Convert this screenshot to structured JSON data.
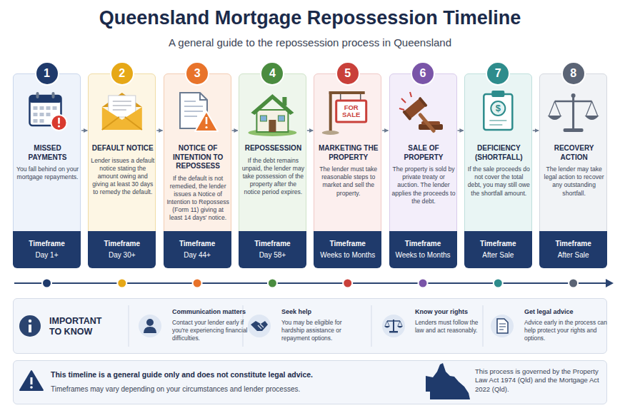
{
  "diagram": {
    "title": "Queensland Mortgage Repossession Timeline",
    "caption": "A general guide to the repossession process in Queensland",
    "nodes": [
      {
        "text": [
          "MISSED PAYMENTS",
          "You fall behind on your mortgage repayments."
        ]
      },
      {
        "text": [
          "1"
        ],
        "in": 0
      },
      {
        "text": [
          "Timeframe",
          "Day 1+"
        ],
        "in": 0
      },
      {
        "text": [
          "DEFAULT NOTICE",
          "Lender issues a default notice stating the amount owing and giving at least 30 days to remedy the default."
        ]
      },
      {
        "text": [
          "2"
        ],
        "in": 3
      },
      {
        "text": [
          "Timeframe",
          "Day 30+"
        ],
        "in": 3
      },
      {
        "text": [
          "NOTICE OF INTENTION TO REPOSSESS",
          "If the default is not remedied, the lender issues a Notice of Intention to Repossess (Form 11) giving at least 14 days' notice."
        ]
      },
      {
        "text": [
          "3"
        ],
        "in": 6
      },
      {
        "text": [
          "Timeframe",
          "Day 44+"
        ],
        "in": 6
      },
      {
        "text": [
          "REPOSSESSION",
          "If the debt remains unpaid, the lender may take possession of the property after the notice period expires."
        ]
      },
      {
        "text": [
          "4"
        ],
        "in": 9
      },
      {
        "text": [
          "Timeframe",
          "Day 58+"
        ],
        "in": 9
      },
      {
        "text": [
          "MARKETING THE PROPERTY",
          "The lender must take reasonable steps to market and sell the property."
        ]
      },
      {
        "text": [
          "5"
        ],
        "in": 12
      },
      {
        "text": [
          "Timeframe",
          "Weeks to Months"
        ],
        "in": 12
      },
      {
        "text": [
          "SALE OF PROPERTY",
          "The property is sold by private treaty or auction. The lender applies the proceeds to the debt."
        ]
      },
      {
        "text": [
          "6"
        ],
        "in": 15
      },
      {
        "text": [
          "Timeframe",
          "Weeks to Months"
        ],
        "in": 15
      },
      {
        "text": [
          "DEFICIENCY (SHORTFALL)",
          "If the sale proceeds do not cover the total debt, you may still owe the shortfall amount."
        ]
      },
      {
        "text": [
          "7"
        ],
        "in": 18
      },
      {
        "text": [
          "Timeframe",
          "After Sale"
        ],
        "in": 18
      },
      {
        "text": [
          "RECOVERY ACTION",
          "The lender may take legal action to recover any outstanding shortfall."
        ]
      },
      {
        "text": [
          "8"
        ],
        "in": 21
      },
      {
        "text": [
          "Timeframe",
          "After Sale"
        ],
        "in": 21
      },
      {
        "text": [
          "IMPORTANT TO KNOW"
        ]
      },
      {
        "text": [
          "Communication matters",
          "Contact your lender early if you're experiencing financial difficulties."
        ],
        "in": 24
      },
      {
        "text": [
          "Seek help",
          "You may be eligible for hardship assistance or repayment options."
        ],
        "in": 24
      },
      {
        "text": [
          "Know your rights",
          "Lenders must follow the law and act reasonably."
        ],
        "in": 24
      },
      {
        "text": [
          "Get legal advice",
          "Advice early in the process can help protect your rights and options."
        ],
        "in": 24
      },
      {
        "text": [
          "This timeline is a general guide only and does not constitute legal advice.",
          "Timeframes may vary depending on your circumstances and lender processes.",
          "This process is governed by the Property Law Act 1974 (Qld) and the Mortgage Act 2022 (Qld)."
        ]
      }
    ],
    "edges": [
      {
        "from": 0,
        "to": 3,
        "arrow": "to"
      },
      {
        "from": 3,
        "to": 6,
        "arrow": "to"
      },
      {
        "from": 6,
        "to": 9,
        "arrow": "to"
      },
      {
        "from": 9,
        "to": 12,
        "arrow": "to"
      },
      {
        "from": 12,
        "to": 15,
        "arrow": "to"
      },
      {
        "from": 15,
        "to": 18,
        "arrow": "to"
      },
      {
        "from": 18,
        "to": 21,
        "arrow": "to"
      }
    ],
    "labels": [
      "FOR SALE",
      "$"
    ]
  }
}
